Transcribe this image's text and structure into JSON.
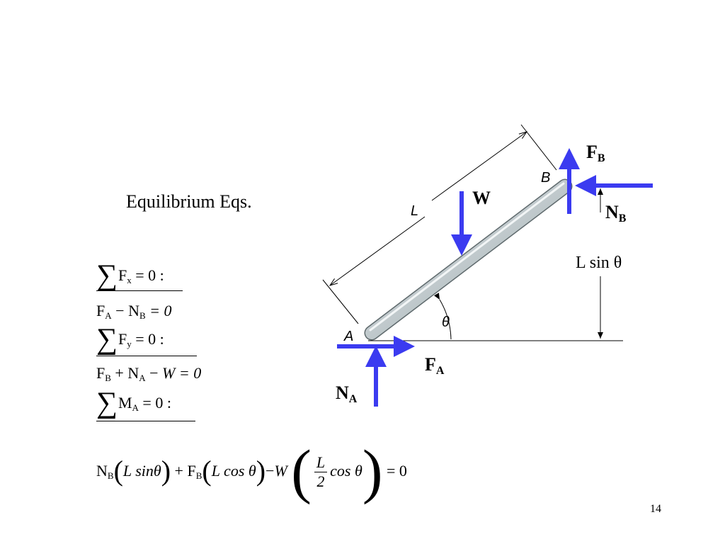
{
  "title": "Equilibrium Eqs.",
  "equations": {
    "sum_fx": "F",
    "sum_fx_sub": "x",
    "eq_zero_colon": "= 0 :",
    "fx_line": {
      "a": "F",
      "a_sub": "A",
      "op": "−",
      "b": "N",
      "b_sub": "B",
      "rhs": "= 0"
    },
    "sum_fy": "F",
    "sum_fy_sub": "y",
    "fy_line": {
      "a": "F",
      "a_sub": "B",
      "op1": "+",
      "b": "N",
      "b_sub": "A",
      "op2": "−",
      "c": "W",
      "rhs": "= 0"
    },
    "sum_m": "M",
    "sum_m_sub": "A",
    "moment_line": {
      "nb": "N",
      "nb_sub": "B",
      "t1": "L sinθ",
      "plus": "+",
      "fb": "F",
      "fb_sub": "B",
      "t2": "L cos θ",
      "minus": "−",
      "w": "W",
      "frac_num": "L",
      "frac_den": "2",
      "t3": "cos θ",
      "rhs": "= 0"
    }
  },
  "diagram": {
    "label_L": "L",
    "label_B": "B",
    "label_A": "A",
    "label_theta": "θ",
    "label_W": "W",
    "label_FB": "F",
    "label_FB_sub": "B",
    "label_NB": "N",
    "label_NB_sub": "B",
    "label_FA": "F",
    "label_FA_sub": "A",
    "label_NA": "N",
    "label_NA_sub": "A",
    "label_Lsin": "L sin θ",
    "arrow_color": "#3b3bf0",
    "rod_fill": "#c9d1d3"
  },
  "page_number": "14"
}
